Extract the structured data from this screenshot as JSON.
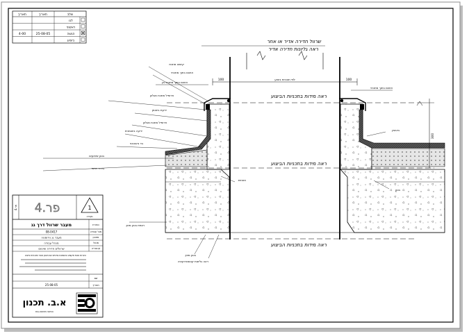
{
  "status_table": {
    "headers": [
      "תאריך",
      "תאריך",
      "שלב"
    ],
    "rows": [
      {
        "stage": "לגו",
        "date": "",
        "num": "",
        "checked": false
      },
      {
        "stage": "ראשוני",
        "date": "",
        "num": "",
        "checked": false
      },
      {
        "stage": "הגשה",
        "date": "25-08-05",
        "num": "4-00",
        "checked": true
      },
      {
        "stage": "ביצוע",
        "date": "",
        "num": "",
        "checked": false
      }
    ]
  },
  "title_block": {
    "sheet_label": "פר.4",
    "detail_number": "1",
    "detail_sub": "נקודה",
    "rotated_label": "4.פר",
    "field_labels": [
      "כותרת",
      "מס' עבודה",
      "מתכנן",
      "מנהל",
      "קטגוריה",
      "הערות",
      "שם",
      "תאריך"
    ],
    "field_values": [
      "מעבר שרוול דרך גג",
      "08-0417",
      "מעבר גג נירוסטה",
      "מנהל עבודה",
      "שרוולים חדירה ואיטום",
      "",
      "",
      "25-08-05"
    ],
    "notes": "הערות אנשי מקצוע והשוואת פרטים עם תכנון מבני ותוכניות ביצוע",
    "company_name": "א.ב. תכנון",
    "company_sub": "הנדסה ואיטום גגות"
  },
  "drawing": {
    "top_note_1": "שרוול חדירה אדיר או אחר",
    "top_note_2": "ראה גליונות חדירה אדיר",
    "dim_label": "לפי תוכניות ביצוע",
    "dim_100_left": "100",
    "dim_100_right": "100",
    "dim_300": "300",
    "level_note": "ראה מידות בתכניות הביצוע",
    "callouts_left": [
      "איטום בתוך מתכתי",
      "קישוט מתכת",
      "איטום בתוך מתכתי מן",
      "פרופיל מתכת מגלוון",
      "יריעת ביטומן",
      "פרופיל מתכת מגלוון",
      "יריעה ביטומנית",
      "בד גיאוטכני",
      "בטון שיפועים",
      "בידוד תרמי",
      "רצפת בטון מזוין"
    ],
    "label_top_right": "איטום בתוך מתכתי",
    "label_bitumen": "ביטומן",
    "label_concrete": "בטון",
    "label_slab": "תקרת בטון",
    "label_opening": "תחתית",
    "label_bottom_1": "בטון מזוין",
    "label_bottom_2": "ראה גליונות קונסטרוקציה"
  }
}
